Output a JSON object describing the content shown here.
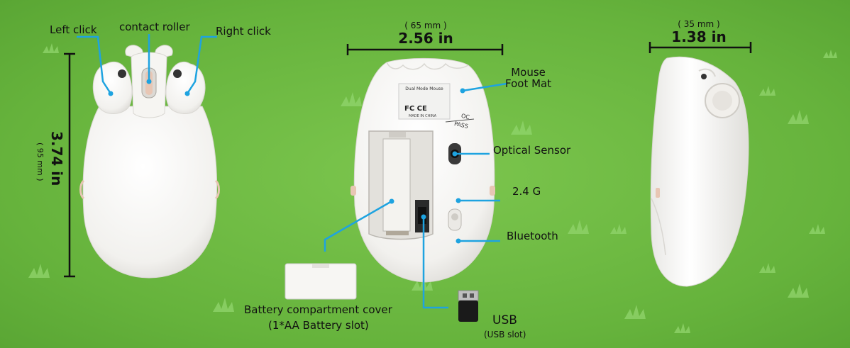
{
  "front_view": {
    "left_click": "Left click",
    "contact_roller": "contact roller",
    "right_click": "Right click",
    "height_in": "3.74 in",
    "height_mm": "( 95 mm )"
  },
  "bottom_view": {
    "width_mm": "( 65 mm )",
    "width_in": "2.56 in",
    "foot_mat": "Mouse\nFoot Mat",
    "optical_sensor": "Optical Sensor",
    "mode_24g": "2.4 G",
    "bluetooth": "Bluetooth",
    "battery_cover": "Battery compartment cover",
    "battery_slot": "(1*AA Battery slot)",
    "usb": "USB",
    "usb_slot": "(USB slot)",
    "sticker_title": "Dual Mode Mouse",
    "sticker_made": "MADE IN CHINA",
    "sticker_marks": "FC CE",
    "oc_mark": "OC",
    "pass_mark": "PASS"
  },
  "side_view": {
    "width_mm": "( 35 mm )",
    "width_in": "1.38 in"
  },
  "colors": {
    "background": "#6fb842",
    "mouse_body": "#f7f6f3",
    "leader_line": "#1ea3e0",
    "dimension_line": "#111111",
    "accent_pink": "#e8c6b4"
  }
}
